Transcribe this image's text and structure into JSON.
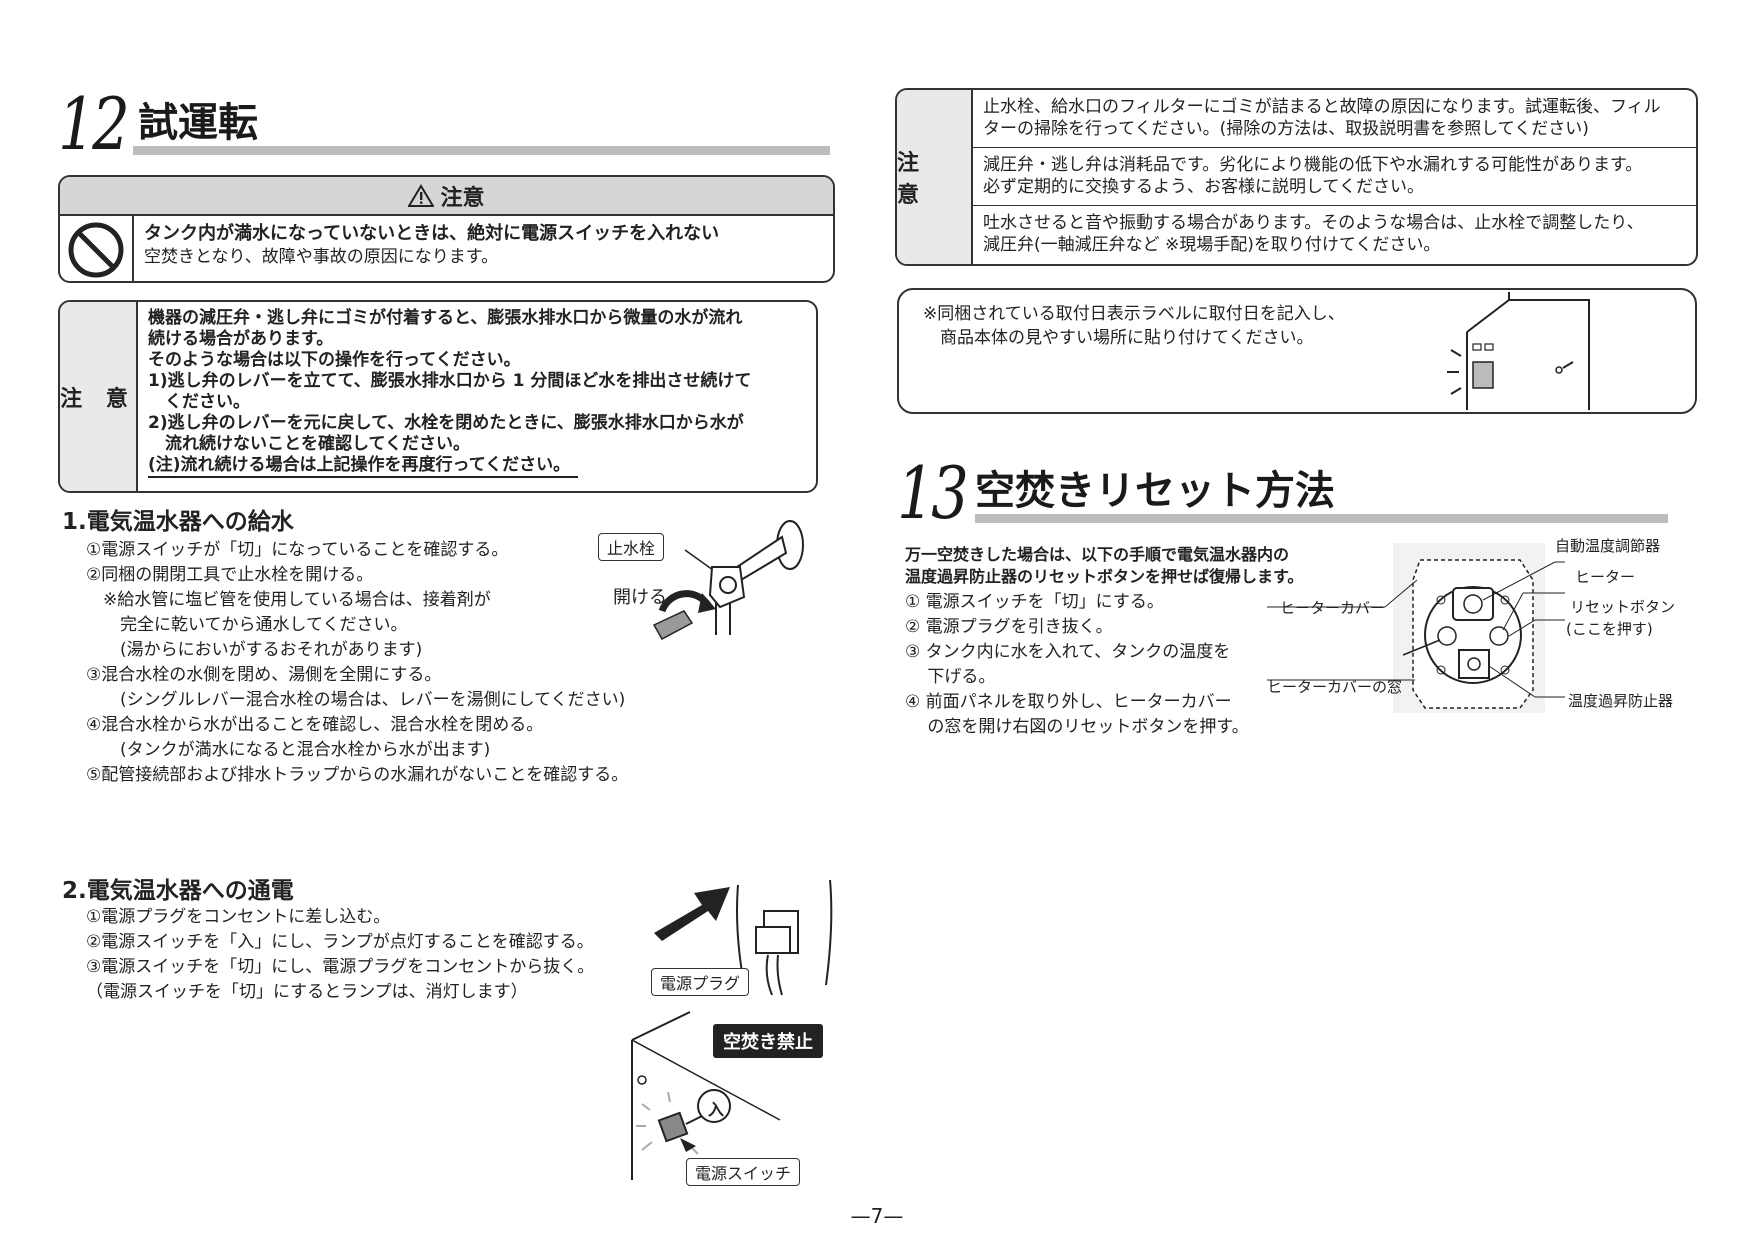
{
  "section12": {
    "number": "12",
    "title": "試運転",
    "caution_header": "注意",
    "caution_title": "タンク内が満水になっていないときは、絶対に電源スイッチを入れない",
    "caution_body": "空焚きとなり、故障や事故の原因になります。",
    "note": {
      "label": "注 意",
      "lines": [
        "機器の減圧弁・逃し弁にゴミが付着すると、膨張水排水口から微量の水が流れ",
        "続ける場合があります。",
        "そのような場合は以下の操作を行ってください。",
        "1)逃し弁のレバーを立てて、膨張水排水口から 1 分間ほど水を排出させ続けて",
        "　ください。",
        "2)逃し弁のレバーを元に戻して、水栓を閉めたときに、膨張水排水口から水が",
        "　流れ続けないことを確認してください。",
        "(注)流れ続ける場合は上記操作を再度行ってください。"
      ]
    },
    "sub1": {
      "title": "1.電気温水器への給水",
      "lines": [
        "①電源スイッチが「切」になっていることを確認する。",
        "②同梱の開閉工具で止水栓を開ける。",
        "　※給水管に塩ビ管を使用している場合は、接着剤が",
        "　　完全に乾いてから通水してください。",
        "　　(湯からにおいがするおそれがあります)",
        "③混合水栓の水側を閉め、湯側を全開にする。",
        "　　(シングルレバー混合水栓の場合は、レバーを湯側にしてください)",
        "④混合水栓から水が出ることを確認し、混合水栓を閉める。",
        "　　(タンクが満水になると混合水栓から水が出ます)",
        "⑤配管接続部および排水トラップからの水漏れがないことを確認する。"
      ],
      "fig_label_valve": "止水栓",
      "fig_label_open": "開ける"
    },
    "sub2": {
      "title": "2.電気温水器への通電",
      "lines": [
        "①電源プラグをコンセントに差し込む。",
        "②電源スイッチを「入」にし、ランプが点灯することを確認する。",
        "③電源スイッチを「切」にし、電源プラグをコンセントから抜く。",
        "（電源スイッチを「切」にするとランプは、消灯します）"
      ],
      "fig_label_plug": "電源プラグ",
      "fig_label_nodry": "空焚き禁止",
      "fig_label_on": "入",
      "fig_label_switch": "電源スイッチ"
    }
  },
  "right_note": {
    "label": "注 意",
    "rows": [
      [
        "止水栓、給水口のフィルターにゴミが詰まると故障の原因になります。試運転後、フィル",
        "ターの掃除を行ってください。(掃除の方法は、取扱説明書を参照してください)"
      ],
      [
        "減圧弁・逃し弁は消耗品です。劣化により機能の低下や水漏れする可能性があります。",
        "必ず定期的に交換するよう、お客様に説明してください。"
      ],
      [
        "吐水させると音や振動する場合があります。そのような場合は、止水栓で調整したり、",
        "減圧弁(一軸減圧弁など ※現場手配)を取り付けてください。"
      ]
    ]
  },
  "label_note": {
    "lines": [
      "※同梱されている取付日表示ラベルに取付日を記入し、",
      "　商品本体の見やすい場所に貼り付けてください。"
    ]
  },
  "section13": {
    "number": "13",
    "title": "空焚きリセット方法",
    "intro": [
      "万一空焚きした場合は、以下の手順で電気温水器内の",
      "温度過昇防止器のリセットボタンを押せば復帰します。"
    ],
    "steps": [
      "① 電源スイッチを「切」にする。",
      "② 電源プラグを引き抜く。",
      "③ タンク内に水を入れて、タンクの温度を",
      "　 下げる。",
      "④ 前面パネルを取り外し、ヒーターカバー",
      "　 の窓を開け右図のリセットボタンを押す。"
    ],
    "fig_labels": {
      "thermostat": "自動温度調節器",
      "heater": "ヒーター",
      "heater_cover": "ヒーターカバー",
      "reset_button": "リセットボタン",
      "reset_hint": "(ここを押す)",
      "cover_window": "ヒーターカバーの窓",
      "overheat": "温度過昇防止器"
    }
  },
  "page_number": "—7—"
}
